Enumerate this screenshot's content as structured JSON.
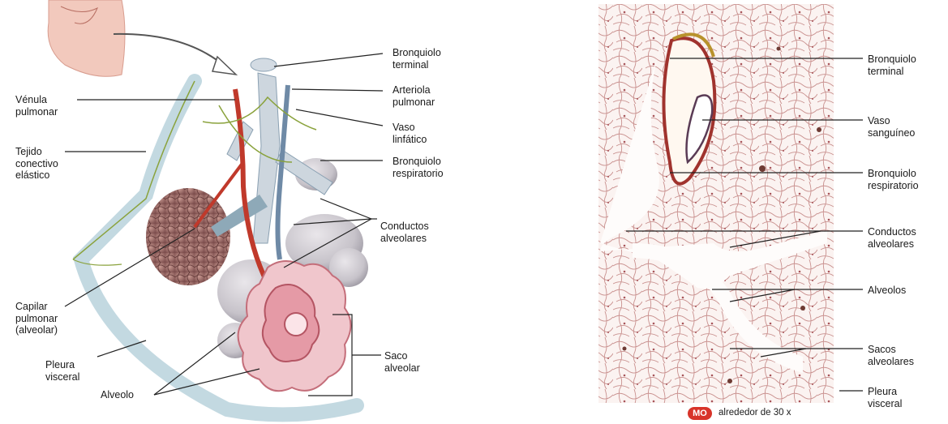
{
  "left_panel": {
    "labels": {
      "bronquiolo_terminal": "Bronquiolo\nterminal",
      "arteriola_pulmonar": "Arteriola\npulmonar",
      "vaso_linfatico": "Vaso\nlinfático",
      "bronquiolo_respiratorio": "Bronquiolo\nrespiratorio",
      "conductos_alveolares": "Conductos\nalveolares",
      "saco_alveolar": "Saco\nalveolar",
      "venula_pulmonar": "Vénula\npulmonar",
      "tejido_conectivo": "Tejido\nconectivo\nelástico",
      "capilar_pulmonar": "Capilar\npulmonar\n(alveolar)",
      "pleura_visceral": "Pleura\nvisceral",
      "alveolo": "Alveolo"
    }
  },
  "right_panel": {
    "labels": {
      "bronquiolo_terminal": "Bronquiolo\nterminal",
      "vaso_sanguineo": "Vaso\nsanguíneo",
      "bronquiolo_respiratorio": "Bronquiolo\nrespiratorio",
      "conductos_alveolares": "Conductos\nalveolares",
      "alveolos": "Alveolos",
      "sacos_alveolares": "Sacos\nalveolares",
      "pleura_visceral": "Pleura\nvisceral"
    },
    "magnification_badge": "MO",
    "magnification_text": "alrededor de 30 x"
  },
  "colors": {
    "alveolus_pink": "#e59aa6",
    "cluster_brown": "#a4706c",
    "artery_red": "#c0392b",
    "vein_blue": "#6f8aa6",
    "lymph_green": "#8aa23c",
    "pleura_blue": "#b9d2dc",
    "badge_red": "#d8342a"
  }
}
